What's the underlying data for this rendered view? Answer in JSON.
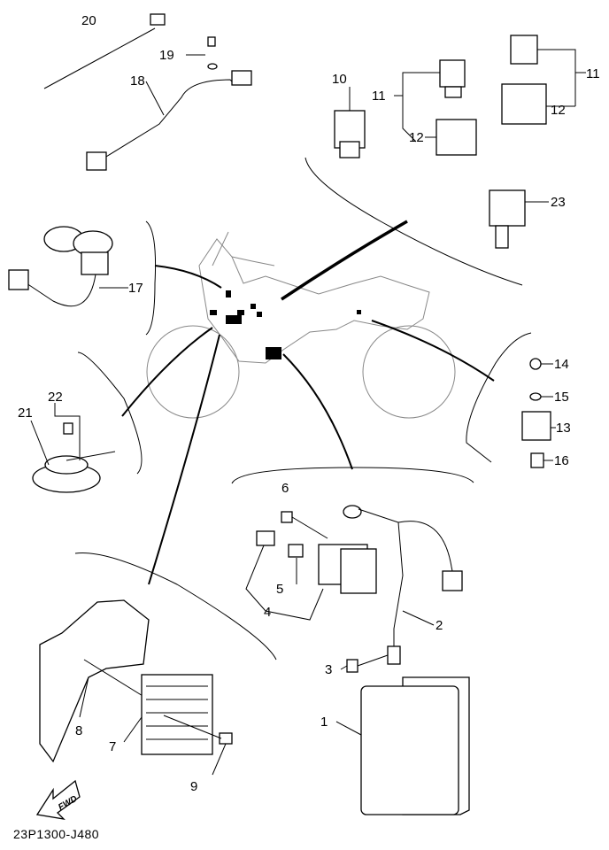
{
  "diagram_code": "23P1300-J480",
  "fwd_label": "FWD",
  "callouts": [
    "20",
    "19",
    "18",
    "10",
    "11",
    "12",
    "11",
    "12",
    "23",
    "17",
    "22",
    "21",
    "14",
    "15",
    "13",
    "16",
    "6",
    "5",
    "4",
    "2",
    "3",
    "1",
    "8",
    "7",
    "9"
  ]
}
